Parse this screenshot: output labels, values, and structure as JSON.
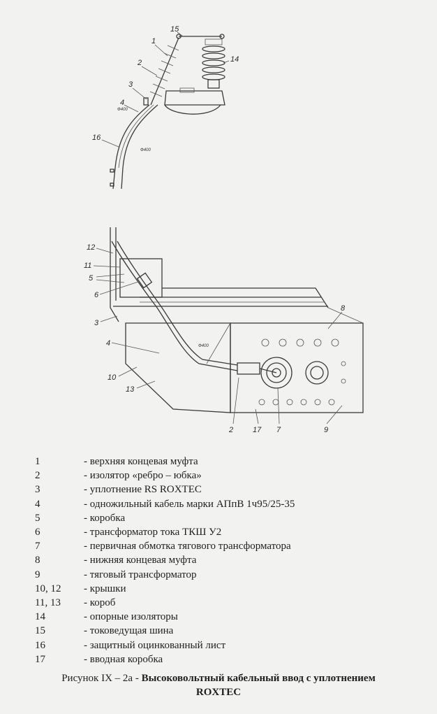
{
  "legend": [
    {
      "num": "1",
      "text": "- верхняя концевая муфта"
    },
    {
      "num": "2",
      "text": "- изолятор «ребро – юбка»"
    },
    {
      "num": "3",
      "text": "- уплотнение RS  ROXTEC"
    },
    {
      "num": "4",
      "text": "- одножильный кабель марки АПпВ 1ч95/25-35"
    },
    {
      "num": "5",
      "text": "- коробка"
    },
    {
      "num": "6",
      "text": "- трансформатор тока ТКШ У2"
    },
    {
      "num": "7",
      "text": "- первичная обмотка тягового трансформатора"
    },
    {
      "num": "8",
      "text": "- нижняя концевая муфта"
    },
    {
      "num": "9",
      "text": "- тяговый трансформатор"
    },
    {
      "num": "10, 12",
      "text": "- крышки"
    },
    {
      "num": "11, 13",
      "text": "- короб"
    },
    {
      "num": "14",
      "text": "- опорные изоляторы"
    },
    {
      "num": "15",
      "text": "- токоведущая шина"
    },
    {
      "num": "16",
      "text": "- защитный оцинкованный лист"
    },
    {
      "num": "17",
      "text": "- вводная коробка"
    }
  ],
  "caption": {
    "prefix": "Рисунок  IX – 2а  - ",
    "title": "Высоковольтный кабельный ввод  с уплотнением",
    "title_line2": "ROXTEC"
  },
  "drawing_labels": {
    "l1": "1",
    "l2": "2",
    "l3": "3",
    "l4": "4",
    "l14": "14",
    "l15": "15",
    "l16": "16",
    "b12": "12",
    "b11": "11",
    "b5": "5",
    "b6": "6",
    "b3": "3",
    "b4": "4",
    "b8": "8",
    "b10": "10",
    "b13": "13",
    "b2": "2",
    "b17": "17",
    "b7": "7",
    "b9": "9"
  },
  "dimension_marks": {
    "d1": "Ф400",
    "d2": "Ф400",
    "d3": "Ф400"
  }
}
